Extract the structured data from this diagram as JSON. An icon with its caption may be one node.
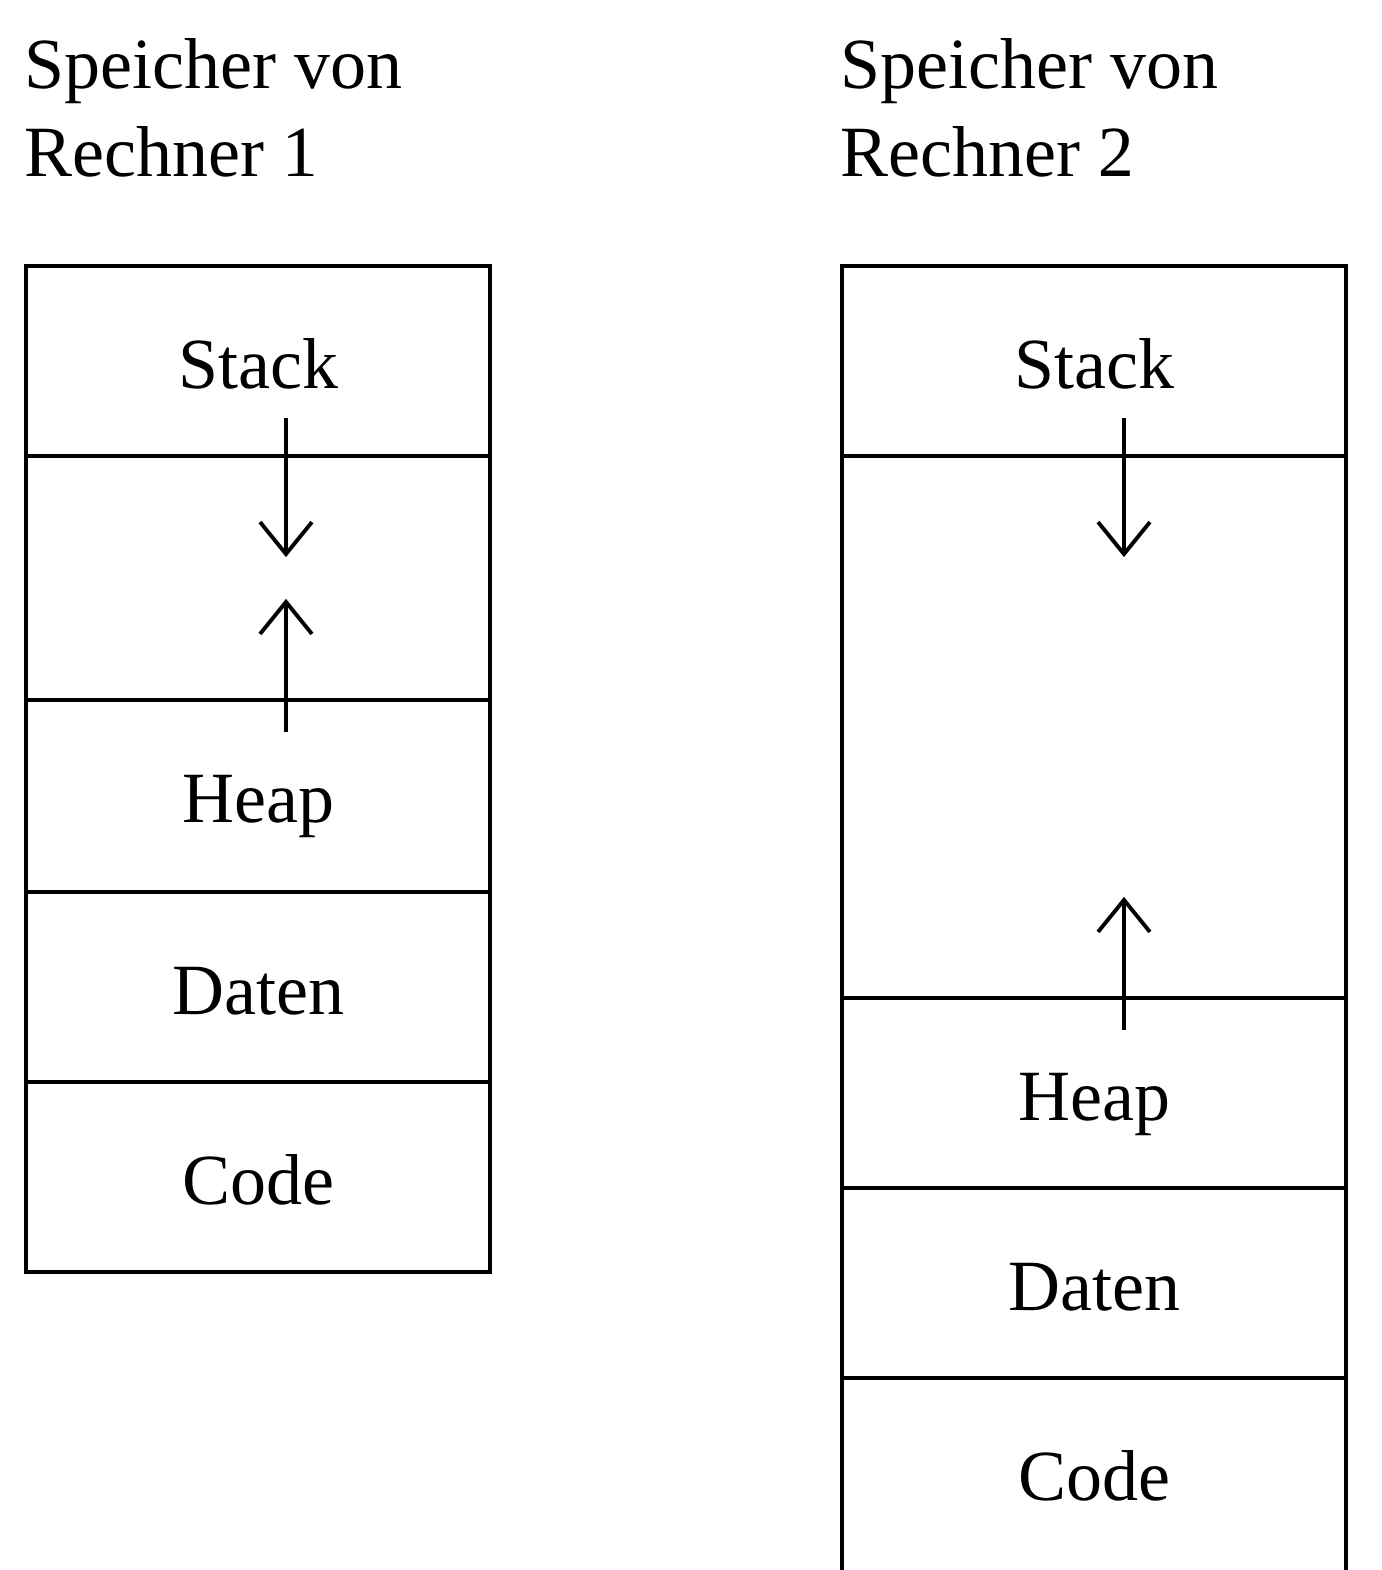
{
  "diagram": {
    "nodes": [
      {
        "text": [
          "Speicher von Rechner 1"
        ]
      },
      {
        "text": [
          "Stack"
        ],
        "in": 0
      },
      {
        "text": [],
        "shape": "box",
        "in": 0
      },
      {
        "text": [
          "Heap"
        ],
        "in": 0
      },
      {
        "text": [
          "Daten"
        ],
        "in": 0
      },
      {
        "text": [
          "Code"
        ],
        "in": 0
      },
      {
        "text": [
          "Speicher von Rechner 2"
        ]
      },
      {
        "text": [
          "Stack"
        ],
        "in": 6
      },
      {
        "text": [],
        "shape": "box",
        "in": 6
      },
      {
        "text": [
          "Heap"
        ],
        "in": 6
      },
      {
        "text": [
          "Daten"
        ],
        "in": 6
      },
      {
        "text": [
          "Code"
        ],
        "in": 6
      }
    ],
    "edges": [
      {
        "from": 1,
        "to": 2,
        "arrow": "to"
      },
      {
        "from": 3,
        "to": 2,
        "arrow": "to"
      },
      {
        "from": 7,
        "to": 8,
        "arrow": "to"
      },
      {
        "from": 9,
        "to": 8,
        "arrow": "to"
      }
    ]
  }
}
